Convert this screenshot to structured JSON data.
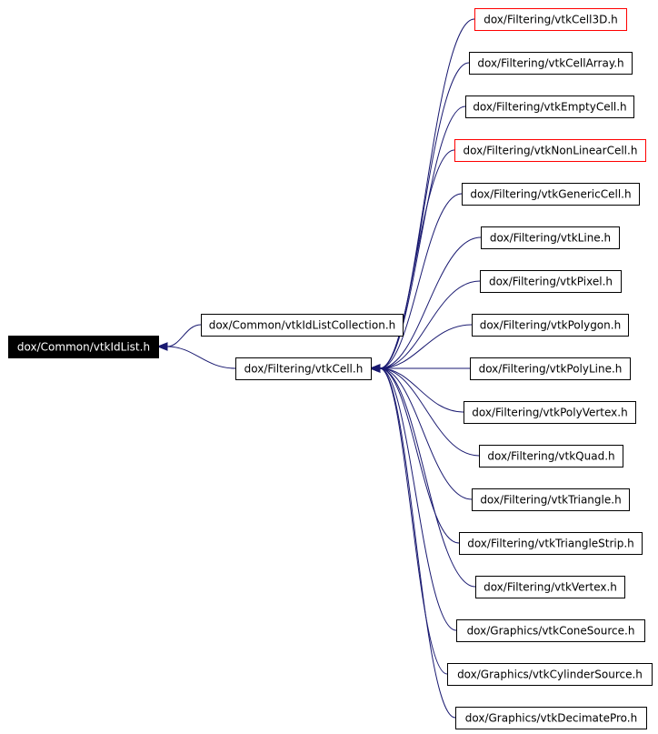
{
  "graph": {
    "root": {
      "id": "root",
      "label": "dox/Common/vtkIdList.h"
    },
    "nodes": [
      {
        "id": "n_collection",
        "label": "dox/Common/vtkIdListCollection.h"
      },
      {
        "id": "n_cell",
        "label": "dox/Filtering/vtkCell.h"
      },
      {
        "id": "n_cell3d",
        "label": "dox/Filtering/vtkCell3D.h",
        "incomplete": true
      },
      {
        "id": "n_cellarray",
        "label": "dox/Filtering/vtkCellArray.h"
      },
      {
        "id": "n_emptycell",
        "label": "dox/Filtering/vtkEmptyCell.h"
      },
      {
        "id": "n_nonlinear",
        "label": "dox/Filtering/vtkNonLinearCell.h",
        "incomplete": true
      },
      {
        "id": "n_generic",
        "label": "dox/Filtering/vtkGenericCell.h"
      },
      {
        "id": "n_line",
        "label": "dox/Filtering/vtkLine.h"
      },
      {
        "id": "n_pixel",
        "label": "dox/Filtering/vtkPixel.h"
      },
      {
        "id": "n_polygon",
        "label": "dox/Filtering/vtkPolygon.h"
      },
      {
        "id": "n_polyline",
        "label": "dox/Filtering/vtkPolyLine.h"
      },
      {
        "id": "n_polyvertex",
        "label": "dox/Filtering/vtkPolyVertex.h"
      },
      {
        "id": "n_quad",
        "label": "dox/Filtering/vtkQuad.h"
      },
      {
        "id": "n_triangle",
        "label": "dox/Filtering/vtkTriangle.h"
      },
      {
        "id": "n_tristrip",
        "label": "dox/Filtering/vtkTriangleStrip.h"
      },
      {
        "id": "n_vertex",
        "label": "dox/Filtering/vtkVertex.h"
      },
      {
        "id": "n_cone",
        "label": "dox/Graphics/vtkConeSource.h"
      },
      {
        "id": "n_cylinder",
        "label": "dox/Graphics/vtkCylinderSource.h"
      },
      {
        "id": "n_decimate",
        "label": "dox/Graphics/vtkDecimatePro.h"
      }
    ],
    "edges": [
      {
        "from": "n_collection",
        "to": "root"
      },
      {
        "from": "n_cell",
        "to": "root"
      },
      {
        "from": "n_cell3d",
        "to": "n_cell"
      },
      {
        "from": "n_cellarray",
        "to": "n_cell"
      },
      {
        "from": "n_emptycell",
        "to": "n_cell"
      },
      {
        "from": "n_nonlinear",
        "to": "n_cell"
      },
      {
        "from": "n_generic",
        "to": "n_cell"
      },
      {
        "from": "n_line",
        "to": "n_cell"
      },
      {
        "from": "n_pixel",
        "to": "n_cell"
      },
      {
        "from": "n_polygon",
        "to": "n_cell"
      },
      {
        "from": "n_polyline",
        "to": "n_cell"
      },
      {
        "from": "n_polyvertex",
        "to": "n_cell"
      },
      {
        "from": "n_quad",
        "to": "n_cell"
      },
      {
        "from": "n_triangle",
        "to": "n_cell"
      },
      {
        "from": "n_tristrip",
        "to": "n_cell"
      },
      {
        "from": "n_vertex",
        "to": "n_cell"
      },
      {
        "from": "n_cone",
        "to": "n_cell"
      },
      {
        "from": "n_cylinder",
        "to": "n_cell"
      },
      {
        "from": "n_decimate",
        "to": "n_cell"
      }
    ]
  },
  "colors": {
    "edge": "#191970",
    "root_fill": "#000000",
    "root_text": "#ffffff",
    "incomplete_border": "#ff0000",
    "node_border": "#000000"
  }
}
